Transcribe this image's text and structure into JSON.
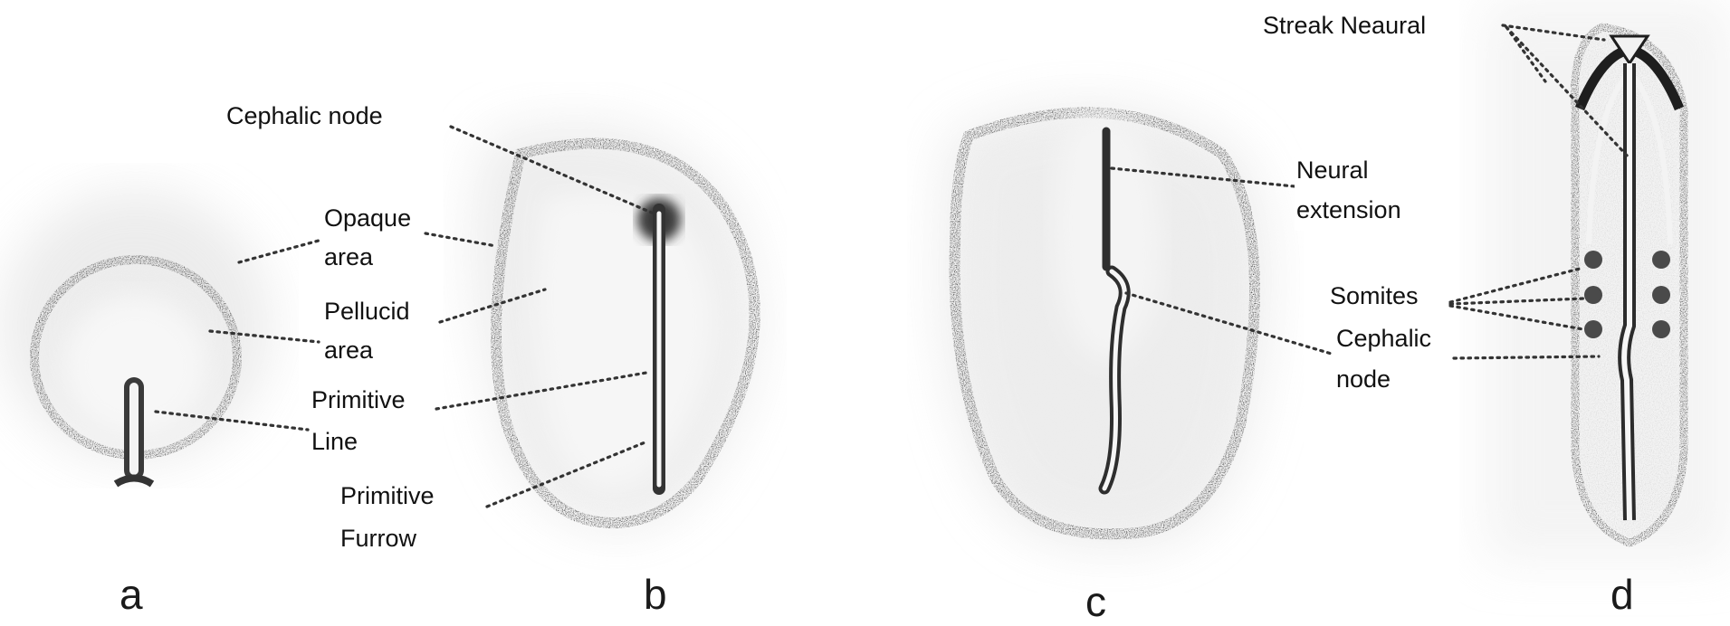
{
  "labels": {
    "cephalic_node_b": "Cephalic node",
    "opaque_area_1": "Opaque",
    "opaque_area_2": "area",
    "pellucid_area_1": "Pellucid",
    "pellucid_area_2": "area",
    "primitive_line_1": "Primitive",
    "primitive_line_2": "Line",
    "primitive_furrow_1": "Primitive",
    "primitive_furrow_2": "Furrow",
    "neural_extension_1": "Neural",
    "neural_extension_2": "extension",
    "streak_neural": "Streak Neaural",
    "somites": "Somites",
    "cephalic_node_d_1": "Cephalic",
    "cephalic_node_d_2": "node"
  },
  "panels": [
    "a",
    "b",
    "c",
    "d"
  ]
}
